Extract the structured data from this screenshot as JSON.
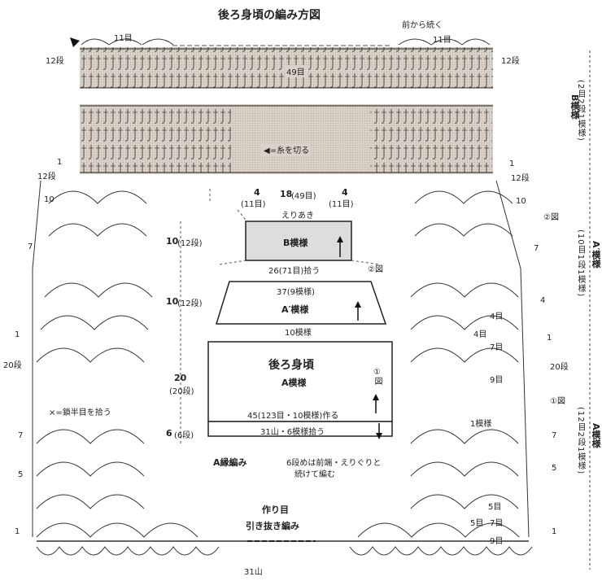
{
  "title": "後ろ身頃の編み方図",
  "continue_from_front": "前から続く",
  "top": {
    "left_stitches": "11目",
    "right_stitches": "11目",
    "center_stitches": "49目",
    "left_row": "12段",
    "right_row": "12段",
    "cut_yarn": "◀=糸を切る"
  },
  "row_labels": {
    "l_1": "1",
    "l_12": "12段",
    "l_10": "10",
    "l_7": "7",
    "l_1b": "1",
    "l_20": "20段",
    "l_7b": "7",
    "l_5": "5",
    "l_1c": "1",
    "r_1": "1",
    "r_12": "12段",
    "r_10": "10",
    "r_7": "7",
    "r_4": "4",
    "r_1b": "1",
    "r_20": "20段",
    "r_7b": "7",
    "r_5": "5",
    "r_1c": "1"
  },
  "right_side": {
    "pattern_B": "B模様",
    "pattern_B_note": "(2目2段1模様)",
    "pattern_A2": "A′模様",
    "pattern_A2_note": "(10目1段1模様)",
    "pattern_A": "A模様",
    "pattern_A_note": "(12目2段1模様)",
    "fig2": "②図",
    "fig1": "①図"
  },
  "inner_counts": {
    "four_me_a": "4目",
    "four_me_b": "4目",
    "seven_me": "7目",
    "nine_me": "9目",
    "one_pattern": "1模様",
    "five_me_a": "5目",
    "five_me_b": "5目",
    "seven_me_b": "7目",
    "nine_me_b": "9目"
  },
  "schematic": {
    "top_left_num": "4",
    "top_left_sub": "(11目)",
    "top_mid_num": "18",
    "top_mid_sub": "(49目)",
    "top_right_num": "4",
    "top_right_sub": "(11目)",
    "neck": "えりあき",
    "b_box": "B模様",
    "b_base": "26(71目)拾う",
    "fig2": "②図",
    "a2_top": "37(9模様)",
    "a2_box": "A′模様",
    "a2_base": "10模様",
    "body_title": "後ろ身頃",
    "body_pattern": "A模様",
    "fig1": "①図",
    "body_start": "45(123目・10模様)作る",
    "edge_pick": "31山・6模様拾う",
    "edge_label": "A縁編み",
    "edge_note_1": "6段めは前端・えりぐりと",
    "edge_note_2": "続けて編む",
    "h_10a": "10",
    "h_10a_sub": "(12段)",
    "h_10b": "10",
    "h_10b_sub": "(12段)",
    "h_20": "20",
    "h_20_sub": "(20段)",
    "h_6": "6",
    "h_6_sub": "(6段)"
  },
  "legend_x": "×=鎖半目を拾う",
  "foundation_1": "作り目",
  "foundation_2": "引き抜き編み",
  "bottom_count": "31山"
}
